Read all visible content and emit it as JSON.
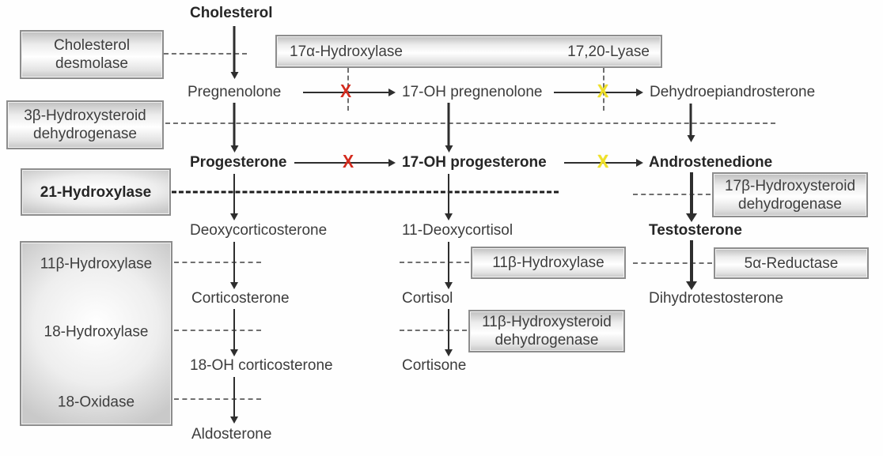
{
  "nodes": {
    "cholesterol": "Cholesterol",
    "pregnenolone": "Pregnenolone",
    "oh_pregnenolone": "17-OH pregnenolone",
    "dhea": "Dehydroepiandrosterone",
    "progesterone": "Progesterone",
    "oh_progesterone": "17-OH progesterone",
    "androstenedione": "Androstenedione",
    "deoxycorticosterone": "Deoxycorticosterone",
    "deoxycortisol": "11-Deoxycortisol",
    "testosterone": "Testosterone",
    "corticosterone": "Corticosterone",
    "cortisol": "Cortisol",
    "dihydrotestosterone": "Dihydrotestosterone",
    "oh_corticosterone": "18-OH corticosterone",
    "cortisone": "Cortisone",
    "aldosterone": "Aldosterone"
  },
  "enzymes": {
    "desmolase_l1": "Cholesterol",
    "desmolase_l2": "desmolase",
    "hydroxylase17a": "17α-Hydroxylase",
    "lyase1720": "17,20-Lyase",
    "hsd3b_l1": "3β-Hydroxysteroid",
    "hsd3b_l2": "dehydrogenase",
    "hydroxylase21": "21-Hydroxylase",
    "hydroxylase11b_left": "11β-Hydroxylase",
    "hydroxylase18": "18-Hydroxylase",
    "oxidase18": "18-Oxidase",
    "hydroxylase11b_mid": "11β-Hydroxylase",
    "hsd11b_l1": "11β-Hydroxysteroid",
    "hsd11b_l2": "dehydrogenase",
    "hsd17b_l1": "17β-Hydroxysteroid",
    "hsd17b_l2": "dehydrogenase",
    "reductase5a": "5α-Reductase"
  },
  "marks": {
    "blocked_symbol": "X",
    "block_colors": {
      "classic_deficiency": "#d42b1e",
      "partial_deficiency": "#f0e128"
    }
  },
  "colors": {
    "box_border": "#8d8d8d",
    "text": "#3c3c3c",
    "arrow": "#2e2e2e",
    "dashed_connector": "#6f6f6f"
  }
}
